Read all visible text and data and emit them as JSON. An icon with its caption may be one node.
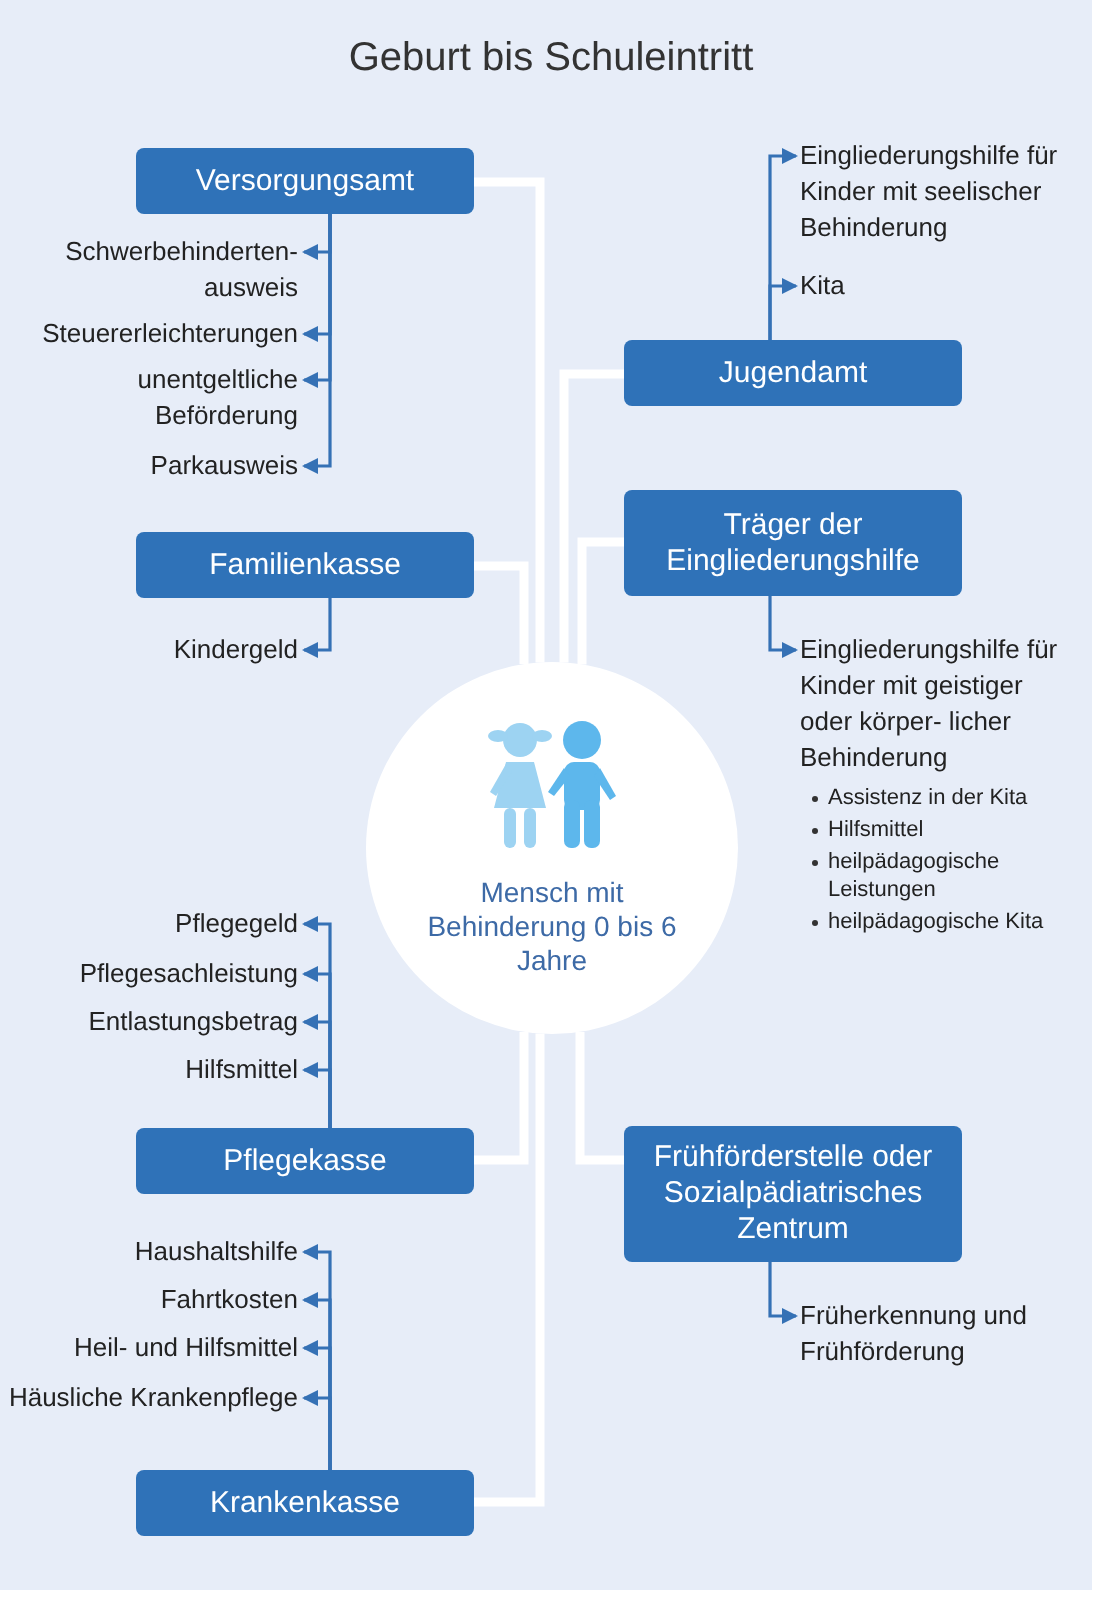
{
  "diagram": {
    "title": "Geburt bis Schuleintritt",
    "nodes": [
      {
        "text": [
          "Versorgungsamt"
        ]
      },
      {
        "text": [
          "Schwerbehinderten- ausweis"
        ]
      },
      {
        "text": [
          "Steuererleichterungen"
        ]
      },
      {
        "text": [
          "unentgeltliche Beförderung"
        ]
      },
      {
        "text": [
          "Parkausweis"
        ]
      },
      {
        "text": [
          "Eingliederungshilfe für Kinder mit seelischer Behinderung"
        ]
      },
      {
        "text": [
          "Kita"
        ]
      },
      {
        "text": [
          "Jugendamt"
        ]
      },
      {
        "text": [
          "Familienkasse"
        ]
      },
      {
        "text": [
          "Kindergeld"
        ]
      },
      {
        "text": [
          "Träger der Eingliederungshilfe"
        ]
      },
      {
        "text": [
          "Eingliederungshilfe für Kinder mit geistiger oder körper- licher Behinderung",
          "Assistenz in der Kita",
          "Hilfsmittel",
          "heilpädagogische Leistungen",
          "heilpädagogische Kita"
        ]
      },
      {
        "text": [
          "Mensch mit Behinderung 0 bis 6 Jahre"
        ]
      },
      {
        "text": [
          "Pflegegeld"
        ]
      },
      {
        "text": [
          "Pflegesachleistung"
        ]
      },
      {
        "text": [
          "Entlastungsbetrag"
        ]
      },
      {
        "text": [
          "Hilfsmittel"
        ]
      },
      {
        "text": [
          "Pflegekasse"
        ]
      },
      {
        "text": [
          "Frühförderstelle oder Sozialpädiatrisches Zentrum"
        ]
      },
      {
        "text": [
          "Haushaltshilfe"
        ]
      },
      {
        "text": [
          "Fahrtkosten"
        ]
      },
      {
        "text": [
          "Heil- und Hilfsmittel"
        ]
      },
      {
        "text": [
          "Häusliche Krankenpflege"
        ]
      },
      {
        "text": [
          "Früherkennung und Frühförderung"
        ]
      },
      {
        "text": [
          "Krankenkasse"
        ]
      }
    ],
    "edges": [
      {
        "from": 0,
        "to": 1,
        "arrow": "to"
      },
      {
        "from": 0,
        "to": 2,
        "arrow": "to"
      },
      {
        "from": 0,
        "to": 3,
        "arrow": "to"
      },
      {
        "from": 0,
        "to": 4,
        "arrow": "to"
      },
      {
        "from": 7,
        "to": 5,
        "arrow": "to"
      },
      {
        "from": 7,
        "to": 6,
        "arrow": "to"
      },
      {
        "from": 8,
        "to": 9,
        "arrow": "to"
      },
      {
        "from": 10,
        "to": 11,
        "arrow": "to"
      },
      {
        "from": 17,
        "to": 13,
        "arrow": "to"
      },
      {
        "from": 17,
        "to": 14,
        "arrow": "to"
      },
      {
        "from": 17,
        "to": 15,
        "arrow": "to"
      },
      {
        "from": 17,
        "to": 16,
        "arrow": "to"
      },
      {
        "from": 18,
        "to": 23,
        "arrow": "to"
      },
      {
        "from": 24,
        "to": 19,
        "arrow": "to"
      },
      {
        "from": 24,
        "to": 20,
        "arrow": "to"
      },
      {
        "from": 24,
        "to": 21,
        "arrow": "to"
      },
      {
        "from": 24,
        "to": 22,
        "arrow": "to"
      },
      {
        "from": 12,
        "to": 0,
        "arrow": "none",
        "style": "thick",
        "color": "#ffffff"
      },
      {
        "from": 12,
        "to": 7,
        "arrow": "none",
        "style": "thick",
        "color": "#ffffff"
      },
      {
        "from": 12,
        "to": 8,
        "arrow": "none",
        "style": "thick",
        "color": "#ffffff"
      },
      {
        "from": 12,
        "to": 10,
        "arrow": "none",
        "style": "thick",
        "color": "#ffffff"
      },
      {
        "from": 12,
        "to": 17,
        "arrow": "none",
        "style": "thick",
        "color": "#ffffff"
      },
      {
        "from": 12,
        "to": 18,
        "arrow": "none",
        "style": "thick",
        "color": "#ffffff"
      },
      {
        "from": 12,
        "to": 24,
        "arrow": "none",
        "style": "thick",
        "color": "#ffffff"
      }
    ]
  }
}
